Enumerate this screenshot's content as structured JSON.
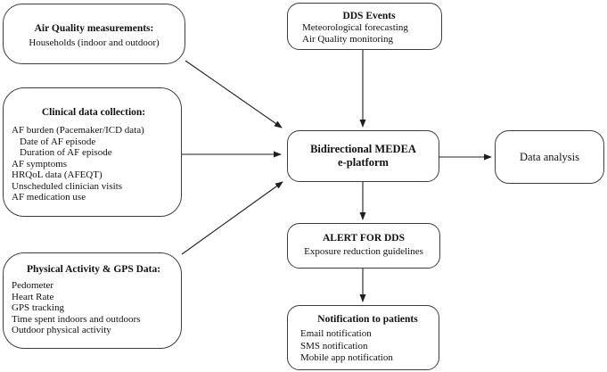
{
  "boxes": {
    "air_quality": {
      "title": "Air Quality measurements:",
      "items": [
        "Households (indoor and outdoor)"
      ]
    },
    "clinical": {
      "title": "Clinical data collection:",
      "items": [
        "AF burden (Pacemaker/ICD data)",
        "Date of AF episode",
        "Duration of AF episode",
        "AF symptoms",
        "HRQoL data (AFEQT)",
        "Unscheduled clinician visits",
        "AF medication use"
      ]
    },
    "physical": {
      "title": "Physical Activity & GPS Data:",
      "items": [
        "Pedometer",
        "Heart Rate",
        "GPS tracking",
        "Time spent indoors and outdoors",
        "Outdoor physical activity"
      ]
    },
    "dds_events": {
      "title": "DDS Events",
      "items": [
        "Meteorological forecasting",
        "Air Quality monitoring"
      ]
    },
    "platform": {
      "line1": "Bidirectional MEDEA",
      "line2": "e-platform"
    },
    "alert": {
      "title": "ALERT FOR DDS",
      "items": [
        "Exposure reduction guidelines"
      ]
    },
    "notification": {
      "title": "Notification to patients",
      "items": [
        "Email notification",
        "SMS notification",
        "Mobile app notification"
      ]
    },
    "data_analysis": {
      "title": "Data analysis"
    }
  },
  "colors": {
    "background": "#ffffff",
    "box_border": "#3d3d3d",
    "text": "#111111",
    "arrow": "#1f1f1f"
  }
}
